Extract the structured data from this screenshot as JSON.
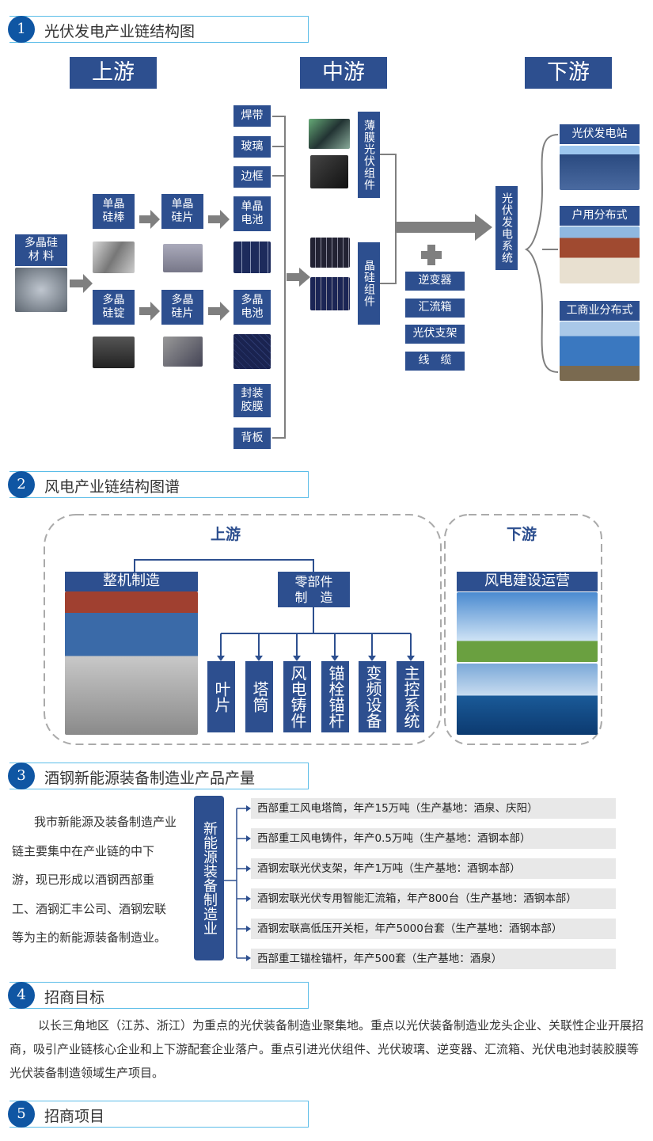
{
  "sections": [
    {
      "num": "1",
      "title": "光伏发电产业链结构图"
    },
    {
      "num": "2",
      "title": "风电产业链结构图谱"
    },
    {
      "num": "3",
      "title": "酒钢新能源装备制造业产品产量"
    },
    {
      "num": "4",
      "title": "招商目标"
    },
    {
      "num": "5",
      "title": "招商项目"
    }
  ],
  "pv": {
    "upstream": "上游",
    "midstream": "中游",
    "downstream": "下游",
    "material": "多晶硅\n材 料",
    "mono_rod": "单晶\n硅棒",
    "mono_wafer": "单晶\n硅片",
    "mono_cell": "单晶\n电池",
    "poly_ingot": "多晶\n硅锭",
    "poly_wafer": "多晶\n硅片",
    "poly_cell": "多晶\n电池",
    "ribbon": "焊带",
    "glass": "玻璃",
    "frame": "边框",
    "eva": "封装\n胶膜",
    "backsheet": "背板",
    "thin_film": "薄膜光伏组件",
    "crystal": "晶硅组件",
    "inverter": "逆变器",
    "combiner": "汇流箱",
    "bracket": "光伏支架",
    "cable": "线　缆",
    "system": "光伏发电系统",
    "station": "光伏发电站",
    "household": "户用分布式",
    "commercial": "工商业分布式"
  },
  "wind": {
    "upstream": "上游",
    "downstream": "下游",
    "whole": "整机制造",
    "parts": "零部件\n制　造",
    "components": [
      "叶片",
      "塔筒",
      "风电铸件",
      "锚栓锚杆",
      "变频设备",
      "主控系统"
    ],
    "operation": "风电建设运营"
  },
  "jisco": {
    "paragraph": "我市新能源及装备制造产业链主要集中在产业链的中下游，现已形成以酒钢西部重工、酒钢汇丰公司、酒钢宏联等为主的新能源装备制造业。",
    "category": "新能源装备制造业",
    "items": [
      "西部重工风电塔筒，年产15万吨（生产基地：酒泉、庆阳）",
      "西部重工风电铸件，年产0.5万吨（生产基地：酒钢本部）",
      "酒钢宏联光伏支架，年产1万吨（生产基地：酒钢本部）",
      "酒钢宏联光伏专用智能汇流箱，年产800台（生产基地：酒钢本部）",
      "酒钢宏联高低压开关柜，年产5000台套（生产基地：酒钢本部）",
      "西部重工锚栓锚杆，年产500套（生产基地：酒泉）"
    ]
  },
  "target": {
    "paragraph": "以长三角地区（江苏、浙江）为重点的光伏装备制造业聚集地。重点以光伏装备制造业龙头企业、关联性企业开展招商，吸引产业链核心企业和上下游配套企业落户。重点引进光伏组件、光伏玻璃、逆变器、汇流箱、光伏电池封装胶膜等光伏装备制造领域生产项目。"
  },
  "colors": {
    "box": "#2d4f8f",
    "circle": "#0f56a3",
    "border": "#5bbde8"
  }
}
